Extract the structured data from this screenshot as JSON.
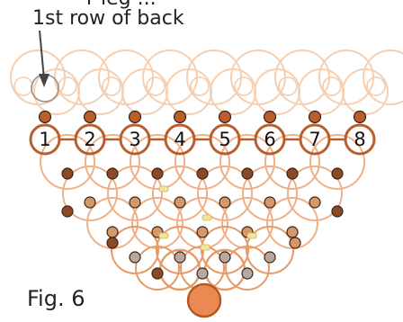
{
  "top_cut_text": "r leg ...",
  "arrow_label": "1st row of back",
  "figure_label": "Fig. 6",
  "bead_numbers": [
    "1",
    "2",
    "3",
    "4",
    "5",
    "6",
    "7",
    "8"
  ],
  "colors": {
    "pale_bead": "#f5cfb1",
    "light_bead": "#efb088",
    "medium_bead": "#e79a66",
    "dark_bead": "#b85f2c",
    "small_dark_bead": "#8a4a26",
    "small_mid_bead": "#d79867",
    "small_grey_bead": "#b6a89e",
    "yellow_bead": "#f1e4a0",
    "big_bead_fill": "#ea8a52",
    "big_bead_stroke": "#b4571f",
    "arrow": "#444444"
  }
}
